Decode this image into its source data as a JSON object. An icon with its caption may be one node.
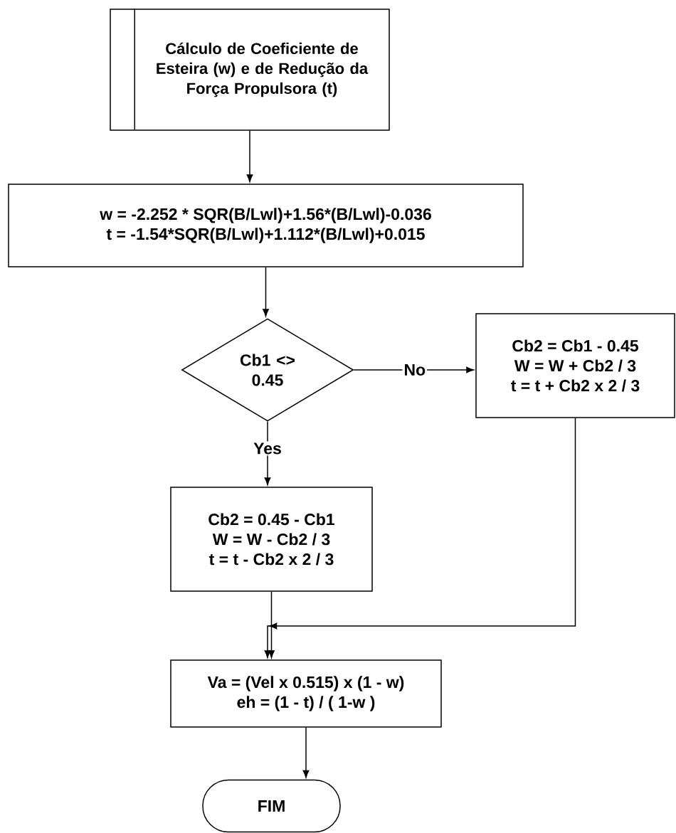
{
  "diagram": {
    "nodes": [
      {
        "text": [
          "Cálculo de Coeficiente de Esteira (w) e de Redução da Força Propulsora (t)"
        ]
      },
      {
        "text": [
          "w = -2.252 * SQR(B/Lwl)+1.56*(B/Lwl)-0.036",
          "t = -1.54*SQR(B/Lwl)+1.112*(B/Lwl)+0.015"
        ]
      },
      {
        "text": [
          "Cb1 <> 0.45"
        ]
      },
      {
        "text": [
          "Cb2 = Cb1 - 0.45",
          "W = W + Cb2 / 3",
          "t = t + Cb2 x 2 / 3"
        ]
      },
      {
        "text": [
          "Cb2 = 0.45 - Cb1",
          "W = W - Cb2 / 3",
          "t = t - Cb2 x 2 / 3"
        ]
      },
      {
        "text": [
          "Va = (Vel x 0.515) x (1 - w)",
          "eh = (1 - t) / ( 1-w )"
        ]
      },
      {
        "text": [
          "FIM"
        ]
      }
    ],
    "edges": [
      {
        "from": 0,
        "to": 1,
        "arrow": "to"
      },
      {
        "from": 1,
        "to": 2,
        "arrow": "to"
      },
      {
        "from": 2,
        "to": 3,
        "arrow": "to",
        "label": "No"
      },
      {
        "from": 2,
        "to": 4,
        "arrow": "to",
        "label": "Yes"
      },
      {
        "from": 4,
        "to": 5,
        "arrow": "to"
      },
      {
        "from": 3,
        "to": 5,
        "arrow": "to"
      },
      {
        "from": 5,
        "to": 6,
        "arrow": "to"
      }
    ]
  }
}
